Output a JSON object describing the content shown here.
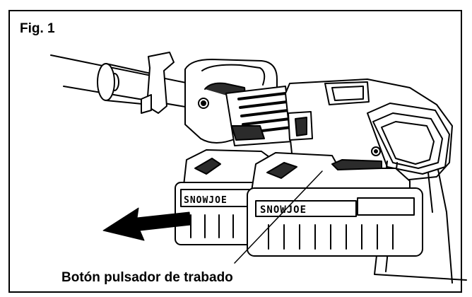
{
  "figure": {
    "label": "Fig. 1",
    "callout": "Botón pulsador de trabado"
  },
  "battery": {
    "brand_rear": "SNOWJOE",
    "brand_front": "SNOWJOE"
  },
  "icons": {
    "arrow": "removal-direction-arrow-icon"
  },
  "colors": {
    "ink": "#000000",
    "paper": "#ffffff",
    "shade": "#2b2b2b"
  }
}
